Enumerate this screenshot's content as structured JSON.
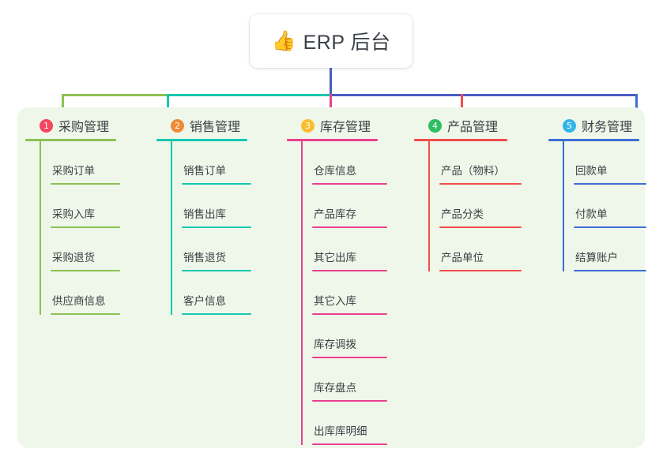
{
  "diagram": {
    "type": "mindmap",
    "root": {
      "icon": "thumbs-up-icon",
      "emoji": "👍",
      "label": "ERP 后台"
    },
    "panel_color": "#eef7e9",
    "columns": [
      {
        "badge": "1",
        "badge_color": "#f5455f",
        "line_color": "#8cc152",
        "title": "采购管理",
        "items": [
          "采购订单",
          "采购入库",
          "采购退货",
          "供应商信息"
        ]
      },
      {
        "badge": "2",
        "badge_color": "#f08b35",
        "line_color": "#16c8b0",
        "title": "销售管理",
        "items": [
          "销售订单",
          "销售出库",
          "销售退货",
          "客户信息"
        ]
      },
      {
        "badge": "3",
        "badge_color": "#fbbe2e",
        "line_color": "#ea3f8f",
        "title": "库存管理",
        "items": [
          "仓库信息",
          "产品库存",
          "其它出库",
          "其它入库",
          "库存调拨",
          "库存盘点",
          "出库库明细"
        ]
      },
      {
        "badge": "4",
        "badge_color": "#2ebd5f",
        "line_color": "#f34d4d",
        "title": "产品管理",
        "items": [
          "产品（物料）",
          "产品分类",
          "产品单位"
        ]
      },
      {
        "badge": "5",
        "badge_color": "#33b5e8",
        "line_color": "#3d6ed6",
        "title": "财务管理",
        "items": [
          "回款单",
          "付款单",
          "结算账户"
        ]
      }
    ],
    "connectors": {
      "root_stem_color": "#4a5bc4",
      "bus_left_color": "#8cc152",
      "bus_mid_color": "#16c8b0",
      "bus_right_color": "#4a5bc4"
    }
  }
}
